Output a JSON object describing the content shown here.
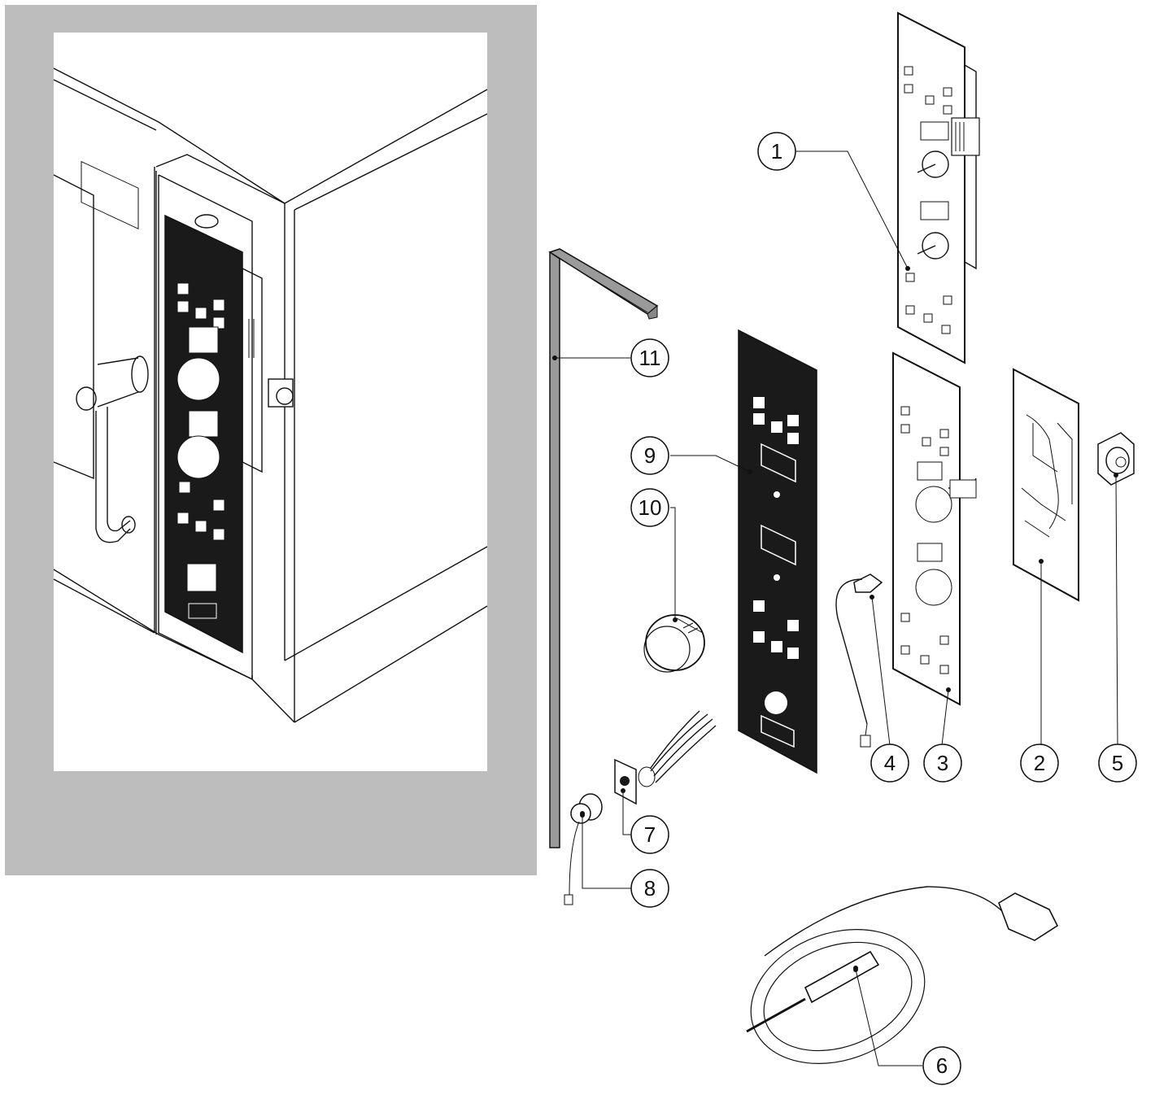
{
  "diagram": {
    "callouts": [
      {
        "id": "1",
        "label": "1"
      },
      {
        "id": "2",
        "label": "2"
      },
      {
        "id": "3",
        "label": "3"
      },
      {
        "id": "4",
        "label": "4"
      },
      {
        "id": "5",
        "label": "5"
      },
      {
        "id": "6",
        "label": "6"
      },
      {
        "id": "7",
        "label": "7"
      },
      {
        "id": "8",
        "label": "8"
      },
      {
        "id": "9",
        "label": "9"
      },
      {
        "id": "10",
        "label": "10"
      },
      {
        "id": "11",
        "label": "11"
      }
    ]
  },
  "colors": {
    "inset_frame": "#bdbdbd",
    "line": "#111111",
    "panel_dark": "#1a1a1a",
    "background": "#ffffff",
    "bar_fill": "#9a9a9a"
  }
}
